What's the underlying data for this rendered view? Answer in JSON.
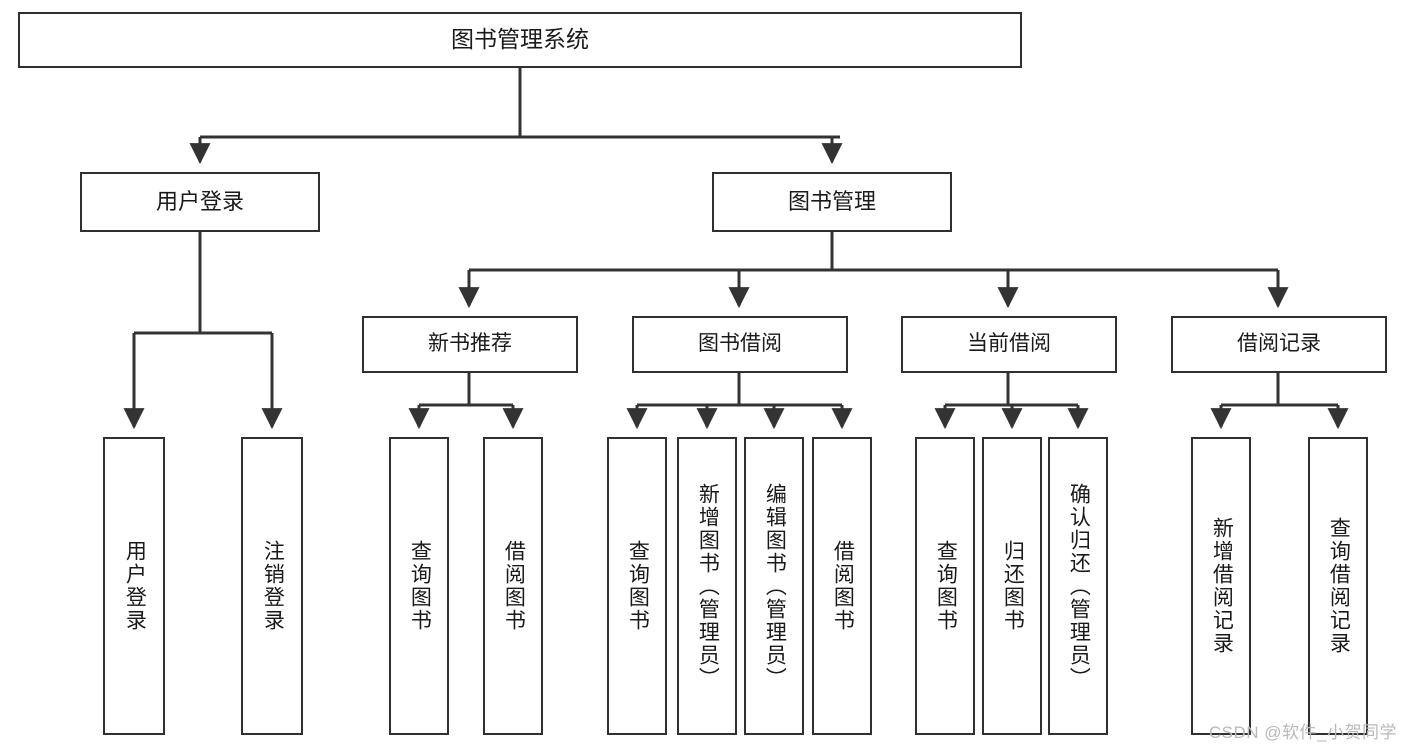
{
  "diagram": {
    "title": "图书管理系统",
    "type": "tree",
    "watermark": "CSDN @软件_小贺同学",
    "colors": {
      "background": "#ffffff",
      "box_border": "#303030",
      "connector": "#333333",
      "text": "#1a1a1a",
      "watermark": "#b9b9b9"
    },
    "nodes": {
      "root": {
        "label": "图书管理系统",
        "level": 1
      },
      "user_login": {
        "label": "用户登录",
        "level": 2
      },
      "book_manage": {
        "label": "图书管理",
        "level": 2
      },
      "new_book_rec": {
        "label": "新书推荐",
        "level": 3
      },
      "book_borrow": {
        "label": "图书借阅",
        "level": 3
      },
      "current_borrow": {
        "label": "当前借阅",
        "level": 3
      },
      "borrow_record": {
        "label": "借阅记录",
        "level": 3
      },
      "leaf_user_login": {
        "label": "用户登录",
        "level": 4
      },
      "leaf_logout": {
        "label": "注销登录",
        "level": 4
      },
      "leaf_query_book_1": {
        "label": "查询图书",
        "level": 4
      },
      "leaf_borrow_book_1": {
        "label": "借阅图书",
        "level": 4
      },
      "leaf_query_book_2": {
        "label": "查询图书",
        "level": 4
      },
      "leaf_add_book": {
        "label": "新增图书（管理员）",
        "level": 4
      },
      "leaf_edit_book": {
        "label": "编辑图书（管理员）",
        "level": 4
      },
      "leaf_borrow_book_2": {
        "label": "借阅图书",
        "level": 4
      },
      "leaf_query_book_3": {
        "label": "查询图书",
        "level": 4
      },
      "leaf_return_book": {
        "label": "归还图书",
        "level": 4
      },
      "leaf_confirm_return": {
        "label": "确认归还（管理员）",
        "level": 4
      },
      "leaf_add_record": {
        "label": "新增借阅记录",
        "level": 4
      },
      "leaf_query_record": {
        "label": "查询借阅记录",
        "level": 4
      }
    },
    "edges": [
      {
        "from": "root",
        "to": "user_login"
      },
      {
        "from": "root",
        "to": "book_manage"
      },
      {
        "from": "user_login",
        "to": "leaf_user_login"
      },
      {
        "from": "user_login",
        "to": "leaf_logout"
      },
      {
        "from": "book_manage",
        "to": "new_book_rec"
      },
      {
        "from": "book_manage",
        "to": "book_borrow"
      },
      {
        "from": "book_manage",
        "to": "current_borrow"
      },
      {
        "from": "book_manage",
        "to": "borrow_record"
      },
      {
        "from": "new_book_rec",
        "to": "leaf_query_book_1"
      },
      {
        "from": "new_book_rec",
        "to": "leaf_borrow_book_1"
      },
      {
        "from": "book_borrow",
        "to": "leaf_query_book_2"
      },
      {
        "from": "book_borrow",
        "to": "leaf_add_book"
      },
      {
        "from": "book_borrow",
        "to": "leaf_edit_book"
      },
      {
        "from": "book_borrow",
        "to": "leaf_borrow_book_2"
      },
      {
        "from": "current_borrow",
        "to": "leaf_query_book_3"
      },
      {
        "from": "current_borrow",
        "to": "leaf_return_book"
      },
      {
        "from": "current_borrow",
        "to": "leaf_confirm_return"
      },
      {
        "from": "borrow_record",
        "to": "leaf_add_record"
      },
      {
        "from": "borrow_record",
        "to": "leaf_query_record"
      }
    ]
  }
}
